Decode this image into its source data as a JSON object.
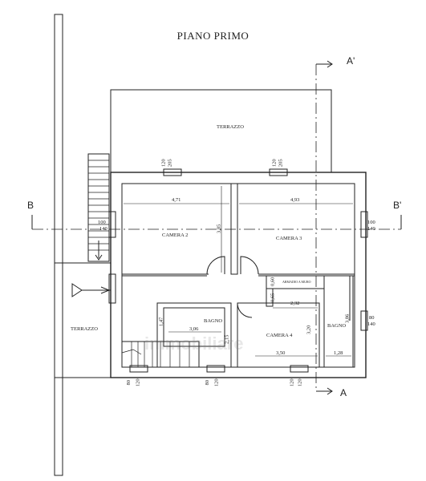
{
  "title": "PIANO PRIMO",
  "rooms": {
    "terrazzo_top": "TERRAZZO",
    "terrazzo_left": "TERRAZZO",
    "camera2": "CAMERA 2",
    "camera3": "CAMERA 3",
    "camera4": "CAMERA 4",
    "bagno1": "BAGNO",
    "bagno2": "BAGNO",
    "armadio": "ARMADIO A MURO"
  },
  "section_marks": {
    "a": "A",
    "a_prime": "A'",
    "b": "B",
    "b_prime": "B'"
  },
  "dimensions": {
    "cam2_width": "4,71",
    "cam3_width": "4,93",
    "cam2_height": "3,85",
    "armadio_depth": "0,60",
    "armadio_h": "0,65",
    "cam4_top": "2,32",
    "bagno1_width": "3,06",
    "bagno1_left": "1,47",
    "bagno1_right": "2,15",
    "cam4_width": "3,50",
    "cam4_height": "3,20",
    "bagno2_height": "3,86",
    "bagno2_width": "1,28"
  },
  "windows": {
    "top_left": {
      "w": "120",
      "h": "205"
    },
    "top_right": {
      "w": "120",
      "h": "205"
    },
    "left_cam2": {
      "w": "100",
      "h": "140"
    },
    "right_cam3": {
      "w": "100",
      "h": "140"
    },
    "right_bagno": {
      "w": "80",
      "h": "140"
    },
    "bottom_1": {
      "w": "80",
      "h": "120"
    },
    "bottom_2": {
      "w": "80",
      "h": "120"
    },
    "bottom_3": {
      "w": "120",
      "h": "120"
    }
  },
  "watermark": "immobiliare"
}
